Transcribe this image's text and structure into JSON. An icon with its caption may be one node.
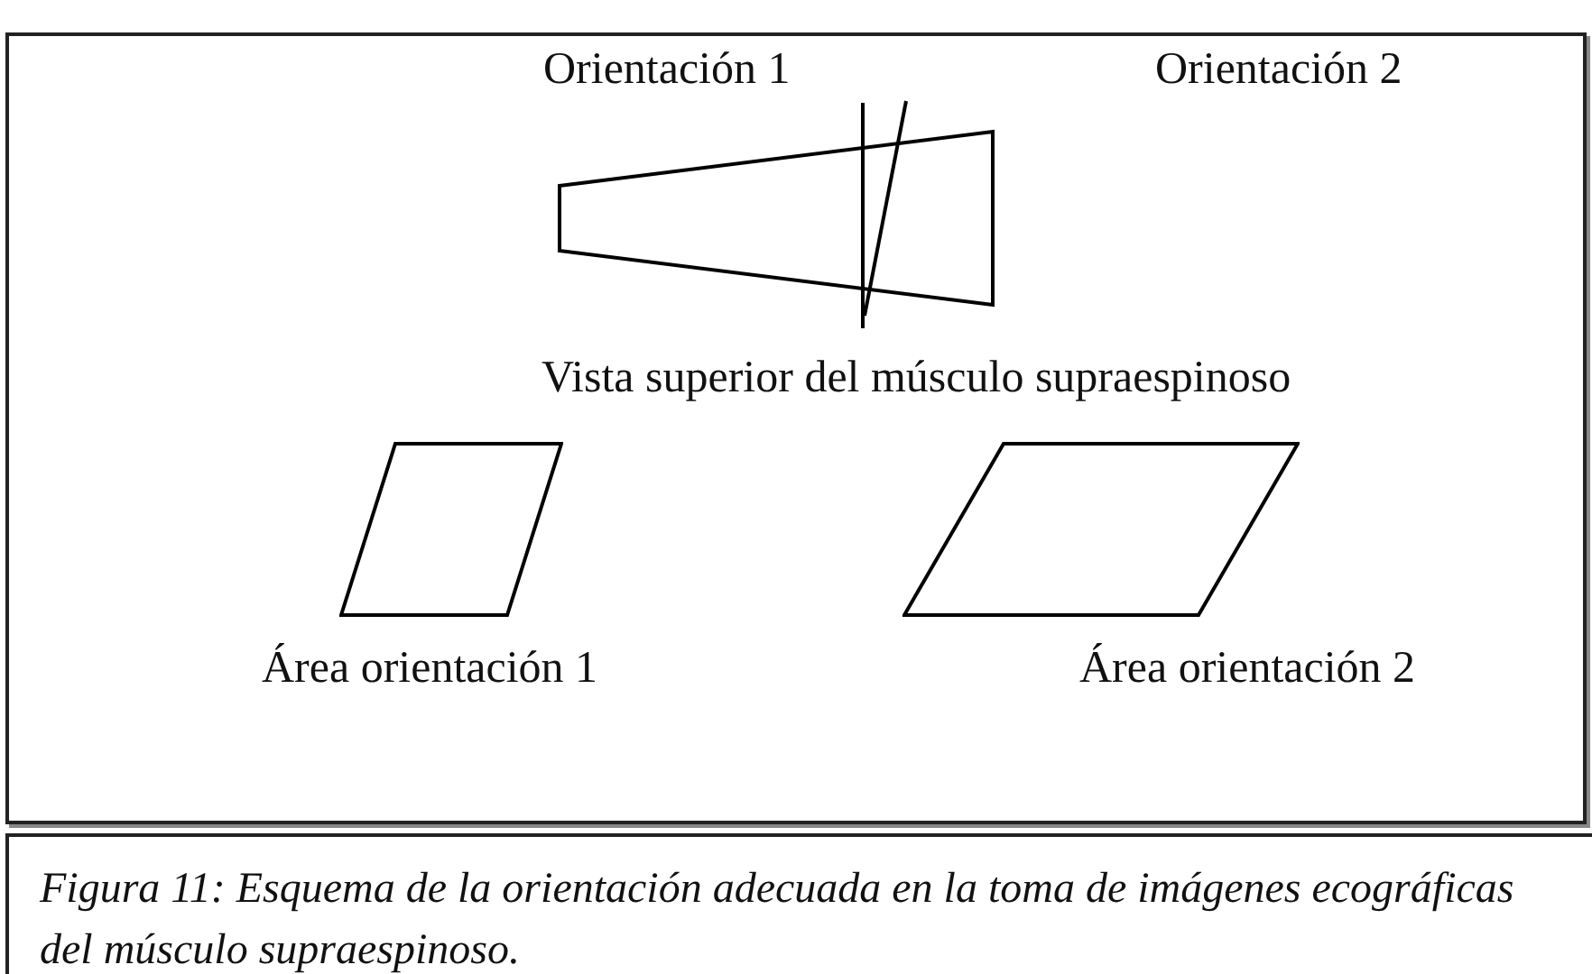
{
  "diagram": {
    "caption": "Figura 11: Esquema de la orientación adecuada en la toma de imágenes ecográficas del músculo supraespinoso.",
    "nodes": [
      {
        "text": [],
        "shape": "parallelogram",
        "beside": [
          "Área orientación 1"
        ]
      },
      {
        "text": [],
        "shape": "parallelogram",
        "beside": [
          "Área orientación 2"
        ]
      }
    ],
    "labels": [
      "Orientación 1",
      "Orientación 2",
      "Vista superior del músculo supraespinoso"
    ]
  }
}
